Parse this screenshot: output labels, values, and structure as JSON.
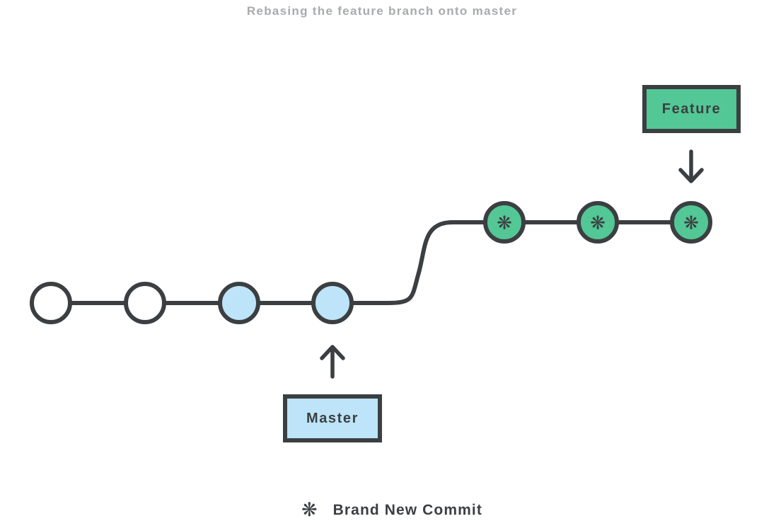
{
  "title": "Rebasing the feature branch onto master",
  "colors": {
    "green": "#53c795",
    "blue": "#bde4f8",
    "stroke": "#3b3f42",
    "title_gray": "#a8aaac",
    "plain_commit_fill": "#ffffff"
  },
  "icons": {
    "new_commit_glyph": "❋",
    "feature_pointer": "down-arrow",
    "master_pointer": "up-arrow"
  },
  "branches": {
    "feature": {
      "label": "Feature",
      "color_name": "green",
      "new_commit_count": 3
    },
    "master": {
      "label": "Master",
      "color_name": "blue",
      "plain_commit_count": 2,
      "highlighted_commit_count": 2
    }
  },
  "legend": {
    "label": "Brand New Commit"
  }
}
